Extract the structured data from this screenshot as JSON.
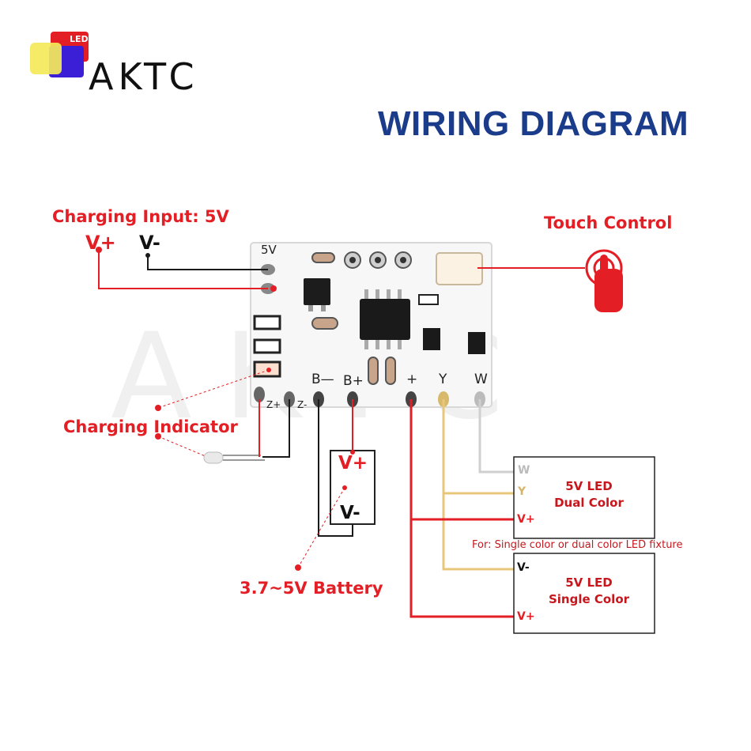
{
  "logo": {
    "badge": "LED",
    "wordmark": "AKTC"
  },
  "title": "WIRING DIAGRAM",
  "charging_input": {
    "label": "Charging Input: 5V",
    "vplus": "V+",
    "vminus": "V-"
  },
  "touch_control": {
    "label": "Touch Control"
  },
  "board_pins": {
    "five_v": "5V",
    "b_minus": "B—",
    "b_plus": "B+",
    "plus": "+",
    "y": "Y",
    "w": "W",
    "z_plus": "Z+",
    "z_minus": "Z-"
  },
  "charging_indicator": {
    "label": "Charging Indicator"
  },
  "battery": {
    "label": "3.7~5V Battery",
    "vplus": "V+",
    "vminus": "V-"
  },
  "dual_color_box": {
    "pin_w": "W",
    "pin_y": "Y",
    "pin_vplus": "V+",
    "title_line1": "5V LED",
    "title_line2": "Dual Color"
  },
  "note": "For:  Single color or dual color LED fixture",
  "single_color_box": {
    "pin_vminus": "V-",
    "pin_vplus": "V+",
    "title_line1": "5V LED",
    "title_line2": "Single Color"
  },
  "colors": {
    "wire_red": "#e31e24",
    "wire_black": "#1a1a1a",
    "wire_yellow": "#e8c77a",
    "wire_white": "#cfcfcf",
    "title_blue": "#1a3c8a"
  }
}
